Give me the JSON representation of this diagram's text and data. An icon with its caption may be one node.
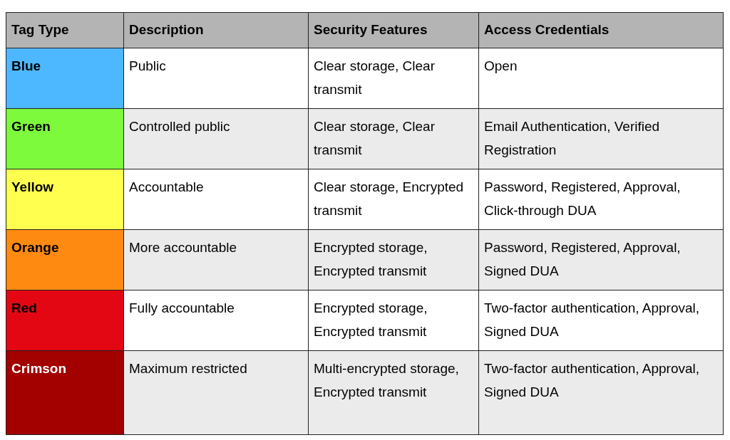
{
  "diagram": {
    "labels": [
      "Tag Type",
      "Description",
      "Security Features",
      "Access Credentials",
      "Blue",
      "Public",
      "Clear storage, Clear transmit",
      "Open",
      "Green",
      "Controlled public",
      "Clear storage, Clear transmit",
      "Email Authentication, Verified Registration",
      "Yellow",
      "Accountable",
      "Clear storage, Encrypted transmit",
      "Password, Registered, Approval, Click-through DUA",
      "Orange",
      "More accountable",
      "Encrypted storage, Encrypted transmit",
      "Password, Registered, Approval, Signed DUA",
      "Red",
      "Fully accountable",
      "Encrypted storage, Encrypted transmit",
      "Two-factor authentication, Approval, Signed DUA",
      "Crimson",
      "Maximum restricted",
      "Multi-encrypted storage, Encrypted transmit",
      "Two-factor authentication, Approval, Signed DUA"
    ]
  }
}
